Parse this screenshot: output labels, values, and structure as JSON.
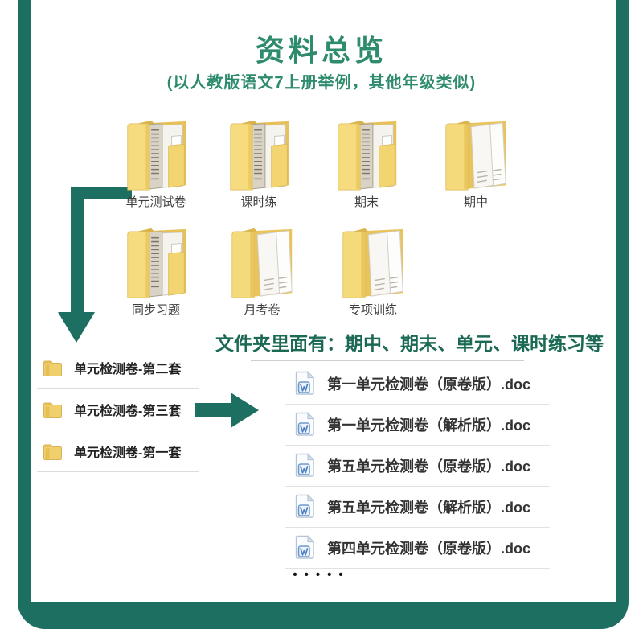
{
  "header": {
    "title": "资料总览",
    "subtitle": "(以人教版语文7上册举例，其他年级类似)"
  },
  "folder_grid": {
    "row1": [
      {
        "label": "单元测试卷"
      },
      {
        "label": "课时练"
      },
      {
        "label": "期末"
      },
      {
        "label": "期中"
      }
    ],
    "row2": [
      {
        "label": "同步习题"
      },
      {
        "label": "月考卷"
      },
      {
        "label": "专项训练"
      }
    ]
  },
  "detail": {
    "heading": "文件夹里面有：期中、期末、单元、课时练习等",
    "folder_list": [
      {
        "label": "单元检测卷-第二套"
      },
      {
        "label": "单元检测卷-第三套"
      },
      {
        "label": "单元检测卷-第一套"
      }
    ],
    "file_list": [
      {
        "name": "第一单元检测卷（原卷版）.doc"
      },
      {
        "name": "第一单元检测卷（解析版）.doc"
      },
      {
        "name": "第五单元检测卷（原卷版）.doc"
      },
      {
        "name": "第五单元检测卷（解析版）.doc"
      },
      {
        "name": "第四单元检测卷（原卷版）.doc"
      }
    ],
    "more_indicator": "•••••"
  },
  "colors": {
    "accent_teal": "#1d6f62",
    "title_green": "#2e8b6e",
    "heading_green": "#1c6a56",
    "folder_yellow": "#f6dc7f",
    "word_blue": "#4d80c0"
  }
}
